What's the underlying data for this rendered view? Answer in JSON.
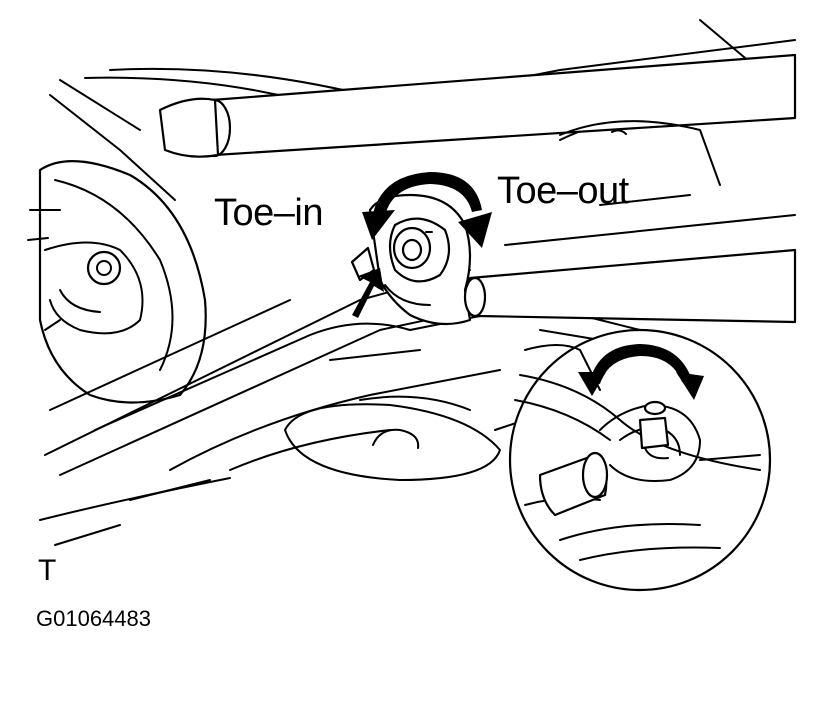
{
  "labels": {
    "toe_in": "Toe–in",
    "toe_out": "Toe–out"
  },
  "corner_mark": "T",
  "figure_code": "G01064483",
  "colors": {
    "ink": "#000000",
    "paper": "#ffffff"
  },
  "icons": {
    "rotation_arrow": "curved-double-arrow-icon",
    "indicator_arrow": "pointer-arrow-icon"
  }
}
